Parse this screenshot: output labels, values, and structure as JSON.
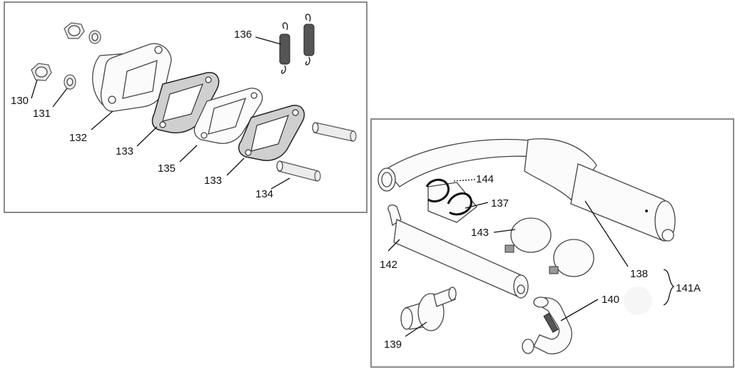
{
  "panels": {
    "top_left": {
      "labels": {
        "p130": "130",
        "p131": "131",
        "p132": "132",
        "p133a": "133",
        "p133b": "133",
        "p134": "134",
        "p135": "135",
        "p136": "136"
      }
    },
    "bottom_right": {
      "labels": {
        "p137": "137",
        "p138": "138",
        "p139": "139",
        "p140": "140",
        "p141a": "141A",
        "p142": "142",
        "p143": "143",
        "p144": "144"
      }
    }
  },
  "colors": {
    "border": "#8a8a8a",
    "line": "#111111",
    "gasket": "#cfcfcf"
  }
}
